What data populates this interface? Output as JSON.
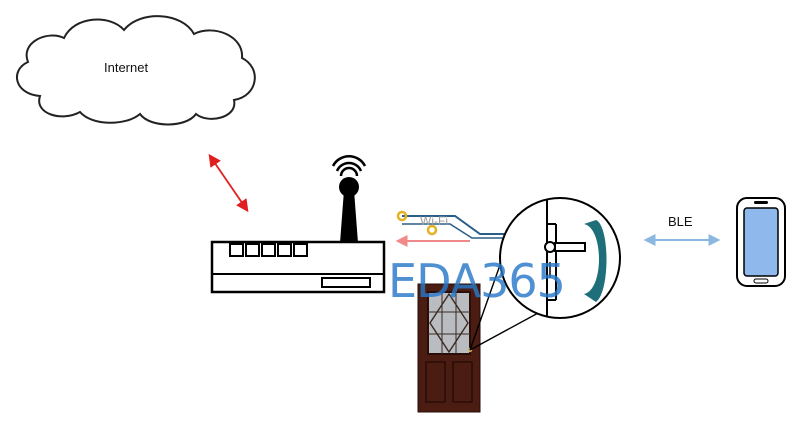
{
  "labels": {
    "internet": "Internet",
    "wifi": "Wi-Fi",
    "ble": "BLE"
  },
  "watermark": {
    "text": "EDA365"
  },
  "icons": [
    "cloud-icon",
    "router-icon",
    "door-icon",
    "door-lock-icon",
    "smartphone-icon"
  ],
  "colors": {
    "internet_link_arrow": "#e02020",
    "wifi_link_arrow": "#f08a8a",
    "ble_link_arrow": "#8ab8e0",
    "trace_color": "#2a5d8a",
    "pad_color": "#e3b320",
    "lock_plate": "#1f6f7a",
    "phone_screen": "#8fb8ec",
    "door_wood": "#4a1c12",
    "watermark": "#2878c8"
  }
}
